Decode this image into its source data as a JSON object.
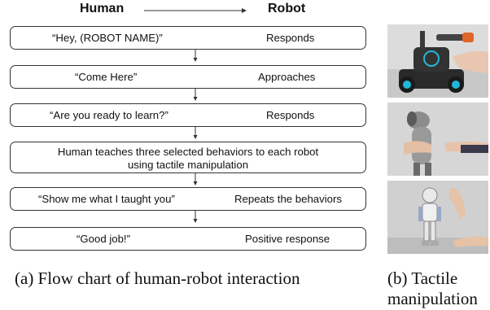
{
  "header": {
    "human_label": "Human",
    "robot_label": "Robot"
  },
  "steps": [
    {
      "human": "“Hey, (ROBOT NAME)”",
      "robot": "Responds"
    },
    {
      "human": "“Come Here”",
      "robot": "Approaches"
    },
    {
      "human": "“Are you ready to learn?”",
      "robot": "Responds"
    },
    {
      "text_line1": "Human teaches three selected behaviors to each robot",
      "text_line2": "using tactile manipulation"
    },
    {
      "human": "“Show me what I taught you”",
      "robot": "Repeats the behaviors"
    },
    {
      "human": "“Good job!”",
      "robot": "Positive response"
    }
  ],
  "captions": {
    "a": "(a) Flow chart of human-robot interaction",
    "b_line1": "(b) Tactile",
    "b_line2": "manipulation"
  },
  "colors": {
    "border": "#333333",
    "robot_accent": "#1fb8d8",
    "robot_orange": "#e0662a"
  }
}
